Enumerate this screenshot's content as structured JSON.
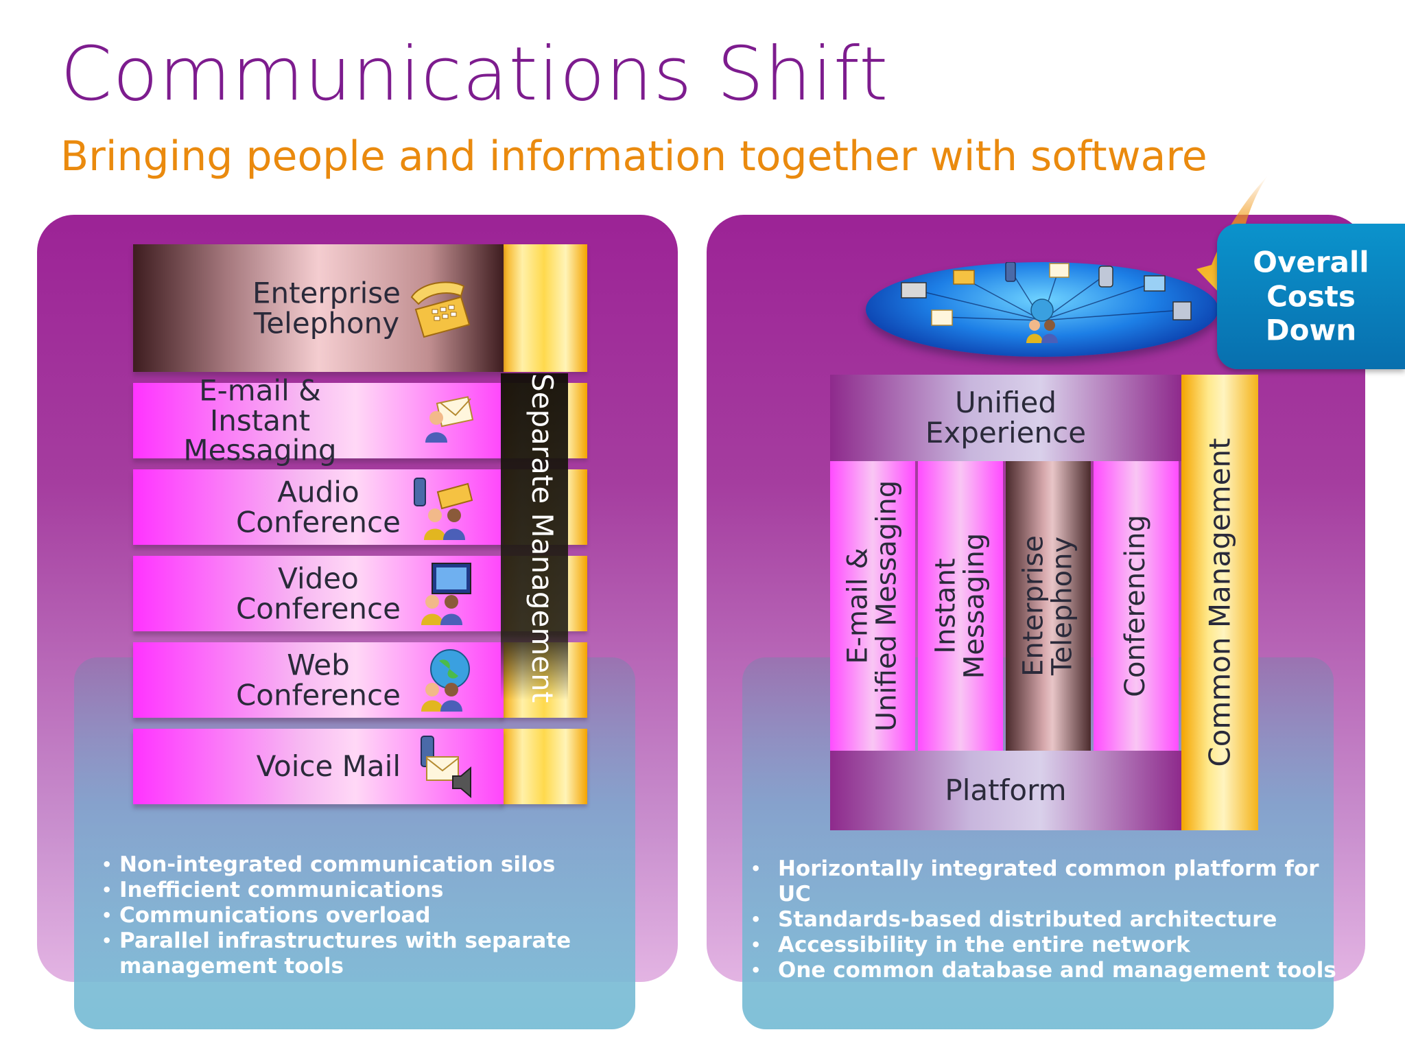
{
  "title": "Communications Shift",
  "subtitle": "Bringing people and information together with software",
  "left": {
    "silos": [
      {
        "line1": "Enterprise",
        "line2": "Telephony",
        "icon": "telephone-icon"
      },
      {
        "line1": "E-mail &",
        "line2": "Instant Messaging",
        "icon": "email-messaging-icon"
      },
      {
        "line1": "Audio",
        "line2": "Conference",
        "icon": "audio-conference-icon"
      },
      {
        "line1": "Video",
        "line2": "Conference",
        "icon": "video-conference-icon"
      },
      {
        "line1": "Web",
        "line2": "Conference",
        "icon": "web-conference-icon"
      },
      {
        "line1": "Voice Mail",
        "line2": "",
        "icon": "voice-mail-icon"
      }
    ],
    "management_label": "Separate Management",
    "bullets": [
      "Non-integrated communication silos",
      "Inefficient communications",
      "Communications overload",
      "Parallel infrastructures with separate management tools"
    ]
  },
  "right": {
    "top_label_1": "Unified",
    "top_label_2": "Experience",
    "columns": [
      {
        "line1": "E-mail &",
        "line2": "Unified Messaging"
      },
      {
        "line1": "Instant",
        "line2": "Messaging"
      },
      {
        "line1": "Enterprise",
        "line2": "Telephony"
      },
      {
        "line1": "Conferencing",
        "line2": ""
      }
    ],
    "platform_label": "Platform",
    "management_label": "Common Management",
    "callout": {
      "line1": "Overall",
      "line2": "Costs",
      "line3": "Down"
    },
    "bullets": [
      "Horizontally integrated common platform for UC",
      "Standards-based distributed architecture",
      "Accessibility in the entire network",
      "One common database and management tools"
    ]
  },
  "colors": {
    "title": "#7d1c8e",
    "subtitle": "#ea8a0e",
    "panel": "#9c2396",
    "management": "#f4a400",
    "callout": "#0b93cc"
  }
}
